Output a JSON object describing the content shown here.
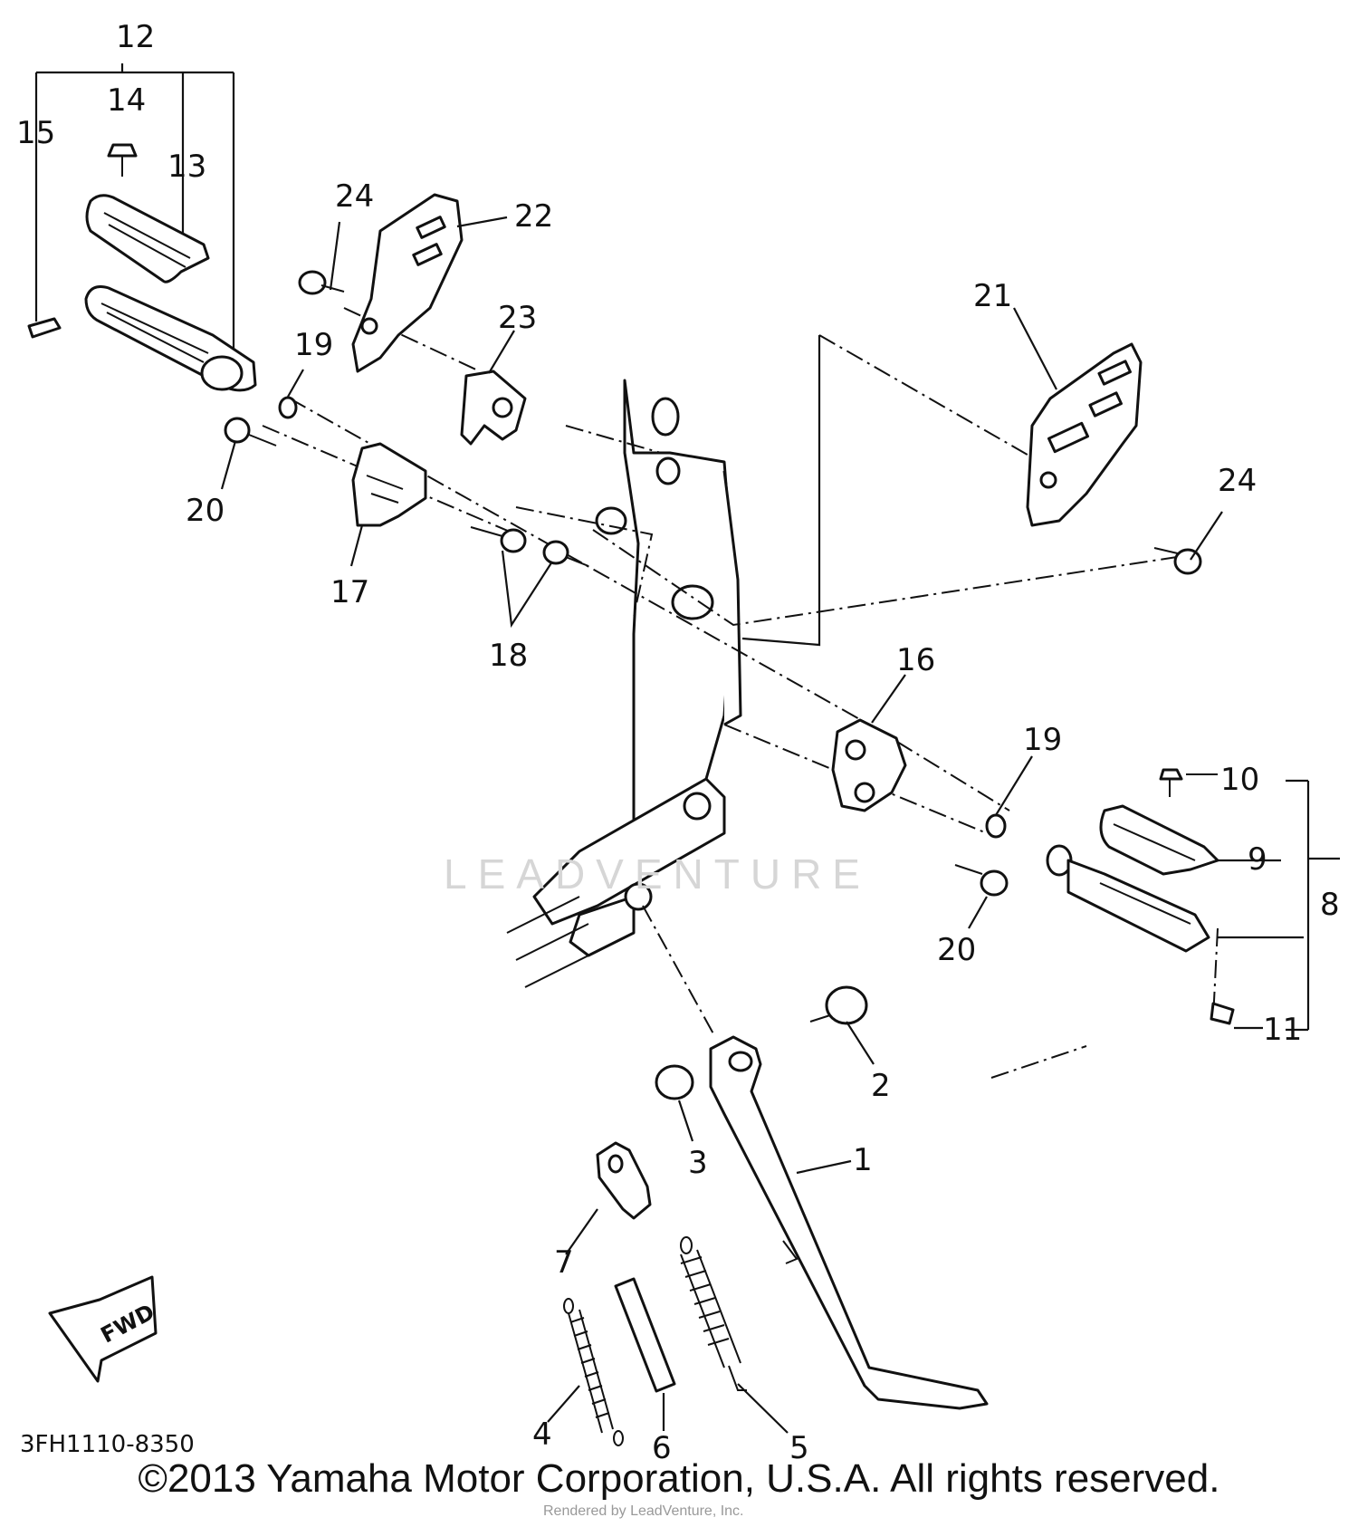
{
  "labels": {
    "l1": "1",
    "l2": "2",
    "l3": "3",
    "l4": "4",
    "l5": "5",
    "l6": "6",
    "l7": "7",
    "l8": "8",
    "l9": "9",
    "l10": "10",
    "l11": "11",
    "l12": "12",
    "l13": "13",
    "l14": "14",
    "l15": "15",
    "l16": "16",
    "l17": "17",
    "l18": "18",
    "l19a": "19",
    "l19b": "19",
    "l20a": "20",
    "l20b": "20",
    "l21": "21",
    "l22": "22",
    "l23": "23",
    "l24a": "24",
    "l24b": "24"
  },
  "diagram_code": "3FH1110-8350",
  "fwd_label": "FWD",
  "watermark": "LEADVENTURE",
  "copyright": "©2013 Yamaha Motor Corporation, U.S.A. All rights reserved.",
  "rendered_by": "Rendered by LeadVenture, Inc."
}
